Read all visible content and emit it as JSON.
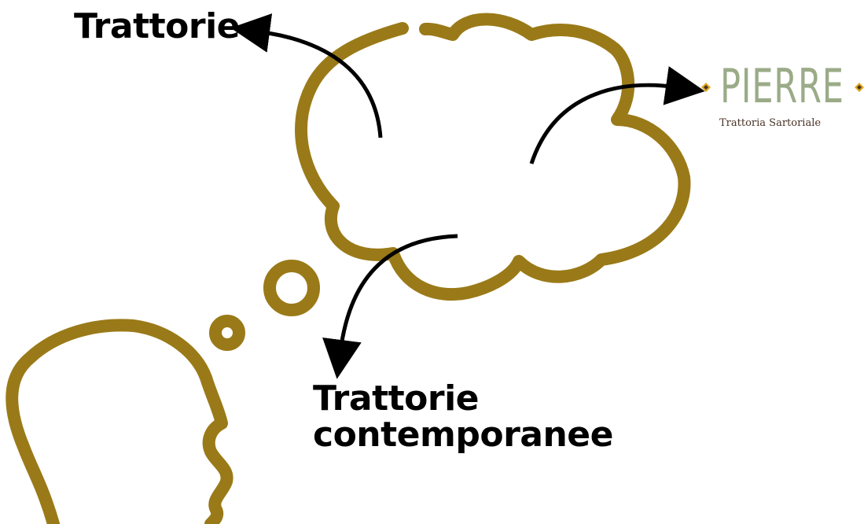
{
  "diagram": {
    "outline_color": "#9a7a18",
    "arrow_color": "#000000",
    "labels": {
      "trattorie": "Trattorie",
      "contemporanee_line1": "Trattorie",
      "contemporanee_line2": "contemporanee"
    },
    "logo": {
      "name": "PIERRE",
      "subtitle": "Trattoria Sartoriale",
      "name_color": "#9bab88",
      "subtitle_color": "#4a3326",
      "diamond_colors": [
        "#e0a820",
        "#4a3326"
      ]
    }
  }
}
